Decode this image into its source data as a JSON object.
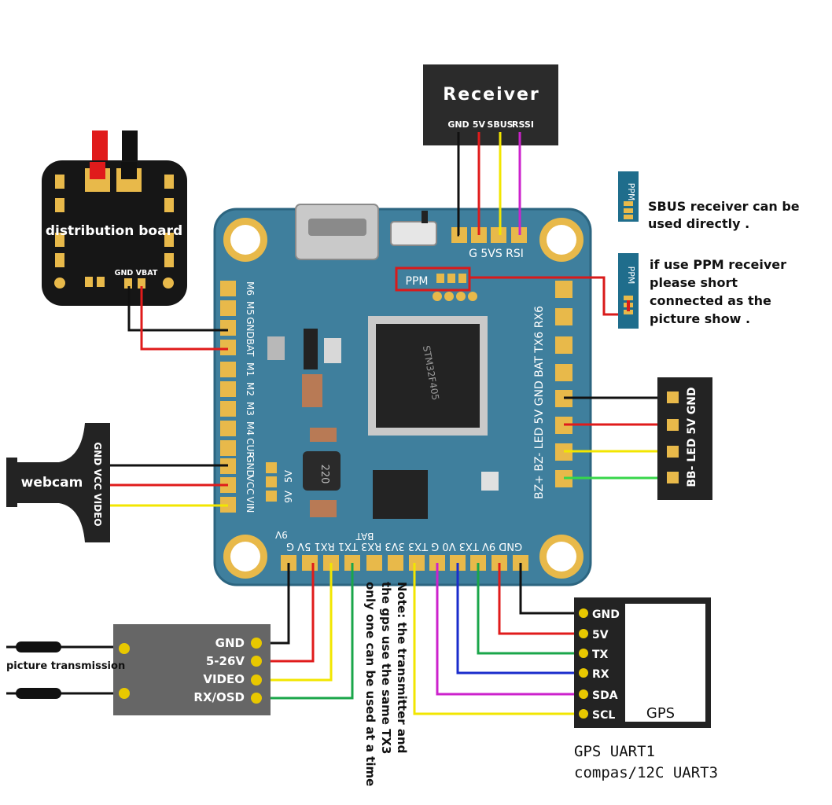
{
  "colors": {
    "board": "#3f7f9d",
    "board_edge": "#2c6580",
    "pad": "#e8b94a",
    "module": "#2b2b2b",
    "wire_black": "#111111",
    "wire_red": "#e01b1b",
    "wire_yellow": "#f2e600",
    "wire_magenta": "#cc22cc",
    "wire_green": "#1aa64a",
    "wire_blue": "#1a2ccc",
    "wire_lime": "#37d64a",
    "highlight": "#d91a1a"
  },
  "receiver": {
    "title": "Receiver",
    "pins": [
      "GND",
      "5V",
      "SBUS",
      "RSSI"
    ]
  },
  "distribution": {
    "label": "distribution board",
    "pins": "GND VBAT"
  },
  "sbus_note": {
    "tag": "PPM",
    "lines": [
      "SBUS receiver can be",
      "used directly ."
    ]
  },
  "ppm_note": {
    "tag": "PPM",
    "lines": [
      "if use PPM receiver",
      "please short",
      "connected as the",
      "picture show ."
    ]
  },
  "fc": {
    "ppm_label": "PPM",
    "top_pads": "G 5VS RSI",
    "left_pads": [
      "M6",
      "M5",
      "GND",
      "BAT",
      "M1",
      "M2",
      "M3",
      "M4",
      "CUR",
      "GND",
      "VCC",
      "VIN"
    ],
    "right_pads": "BZ+ BZ- LED 5V GND BAT TX6 RX6",
    "bottom_pads": "GND 9V TX3 V0 G TX3 3V3 RX3 TX1 RX1 5V G",
    "bottom_small": "9V",
    "cap_label": "220",
    "voltage_labels": [
      "5V",
      "9V"
    ],
    "bat_label": "BAT"
  },
  "led_module": {
    "pins": "BB- LED 5V GND"
  },
  "webcam": {
    "label": "webcam",
    "pins": "GND VCC VIDEO"
  },
  "vtx": {
    "label": "picture transmission",
    "pins": [
      "GND",
      "5-26V",
      "VIDEO",
      "RX/OSD"
    ]
  },
  "note": {
    "lines": [
      "Note: the transmitter and",
      "the gps use the same TX3",
      "only one can be used at a time"
    ]
  },
  "gps": {
    "label": "GPS",
    "pins": [
      "GND",
      "5V",
      "TX",
      "RX",
      "SDA",
      "SCL"
    ],
    "caption": [
      "GPS UART1",
      "compas/12C UART3"
    ]
  }
}
